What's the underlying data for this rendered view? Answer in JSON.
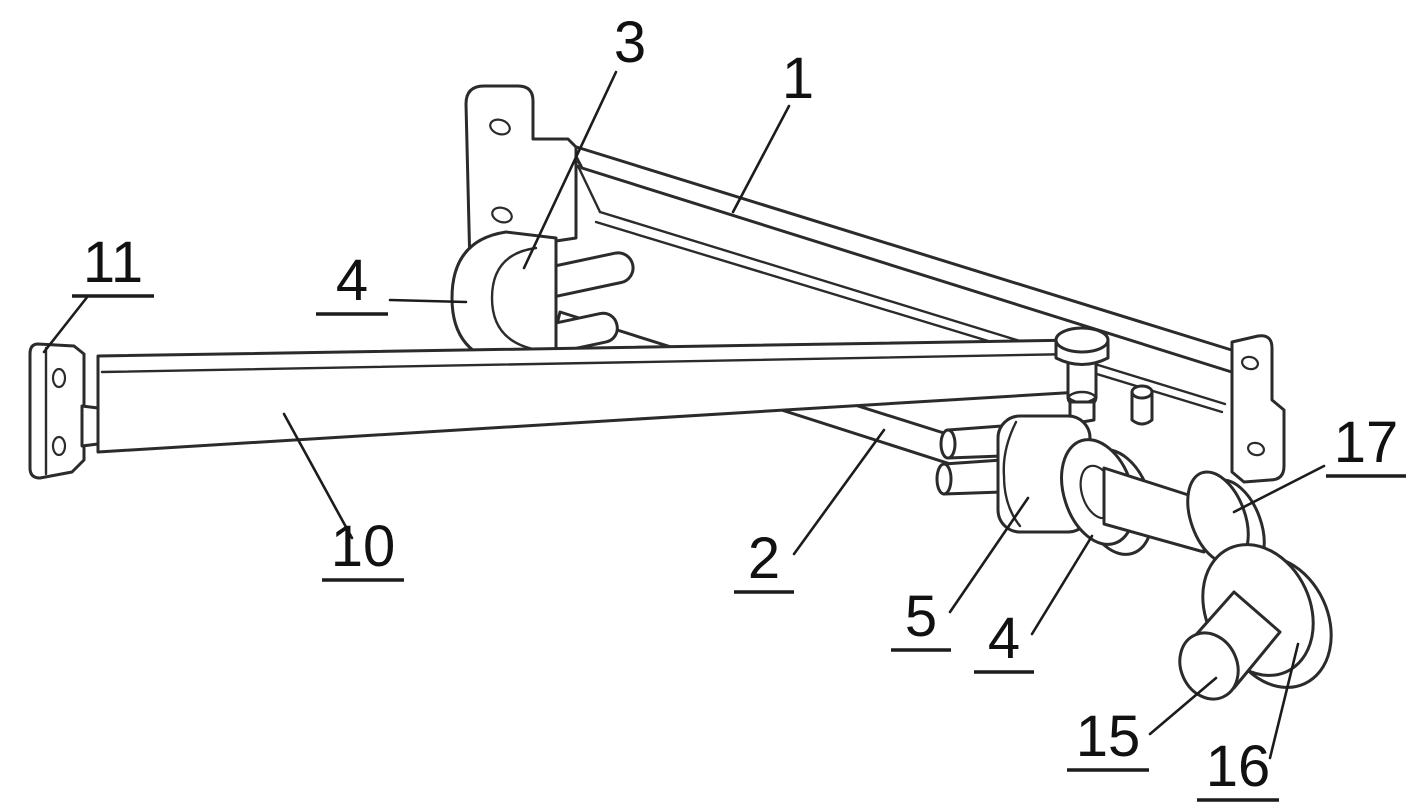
{
  "figure": {
    "type": "patent-line-drawing",
    "description": "Isometric line drawing of a bracket, arm and roller-wheel mechanical assembly with numbered reference labels",
    "background_color": "#ffffff",
    "line_color": "#2b2b2b",
    "label_color": "#111111"
  },
  "labels": [
    {
      "text": "3",
      "underline": false
    },
    {
      "text": "1",
      "underline": false
    },
    {
      "text": "11",
      "underline": true
    },
    {
      "text": "4",
      "underline": true
    },
    {
      "text": "17",
      "underline": true
    },
    {
      "text": "10",
      "underline": true
    },
    {
      "text": "2",
      "underline": true
    },
    {
      "text": "5",
      "underline": true
    },
    {
      "text": "4",
      "underline": true
    },
    {
      "text": "15",
      "underline": true
    },
    {
      "text": "16",
      "underline": true
    }
  ]
}
